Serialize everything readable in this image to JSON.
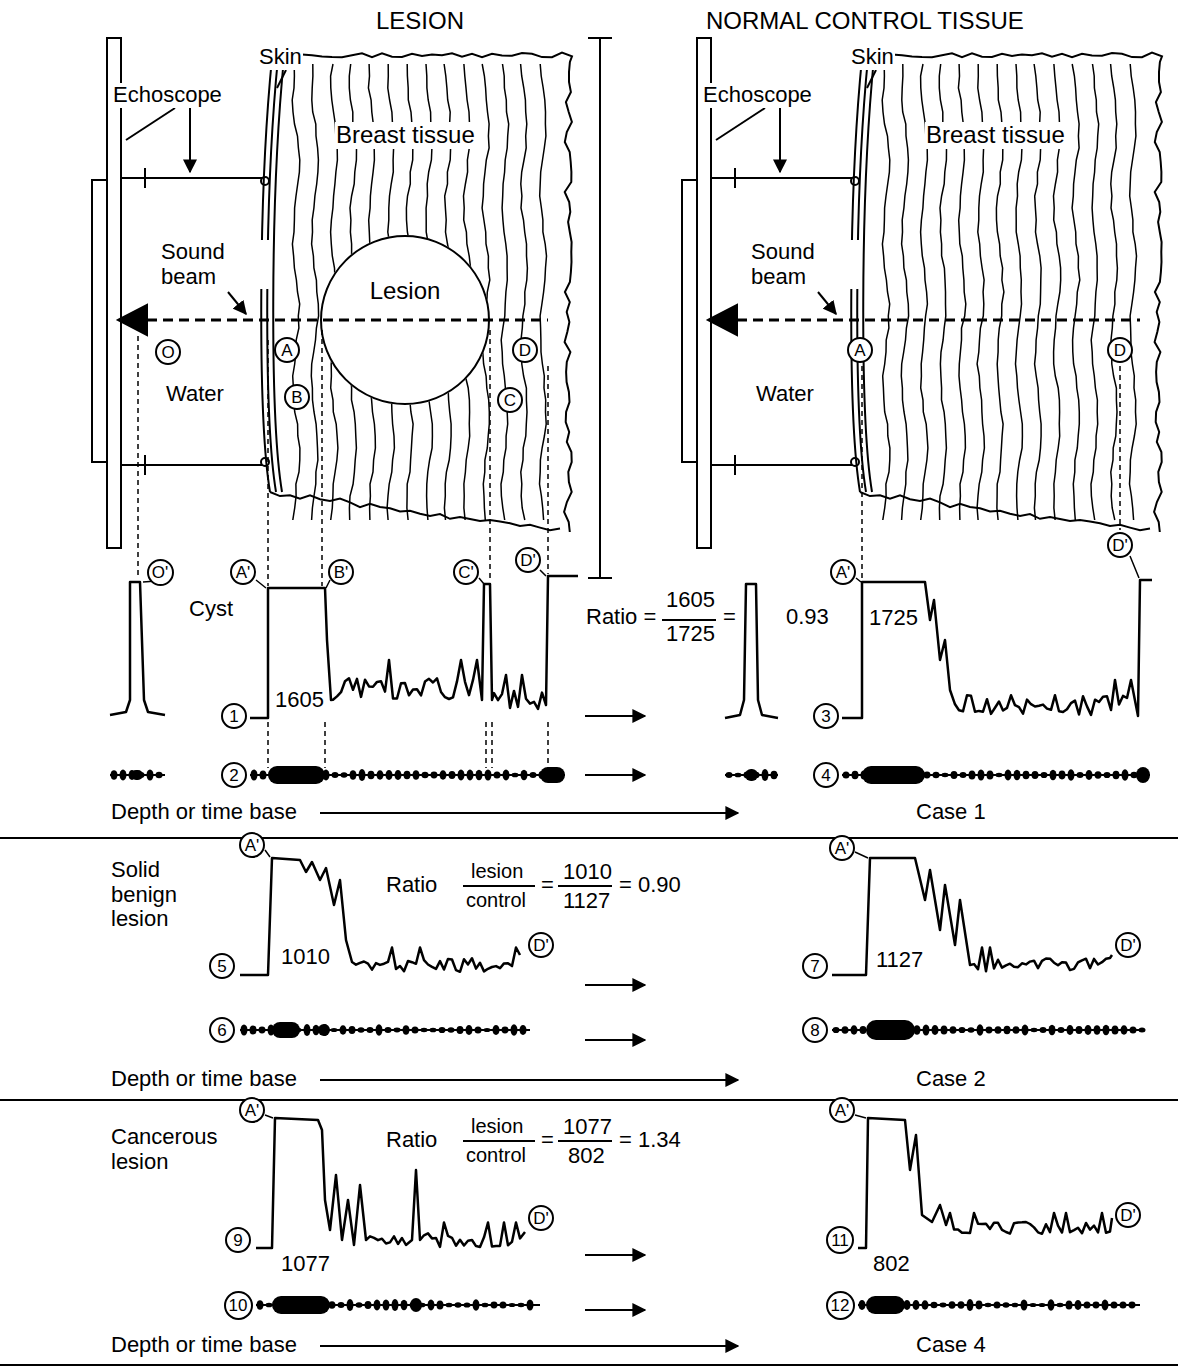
{
  "diagram": {
    "nodes": [
      {
        "text": [
          "Lesion"
        ]
      },
      {
        "text": [
          "O"
        ]
      },
      {
        "text": [
          "A"
        ]
      },
      {
        "text": [
          "B"
        ]
      },
      {
        "text": [
          "C"
        ]
      },
      {
        "text": [
          "D"
        ]
      },
      {
        "text": [
          "A"
        ]
      },
      {
        "text": [
          "D"
        ]
      },
      {
        "text": [
          "O'"
        ]
      },
      {
        "text": [
          "A'"
        ]
      },
      {
        "text": [
          "B'"
        ]
      },
      {
        "text": [
          "C'"
        ]
      },
      {
        "text": [
          "D'"
        ]
      },
      {
        "text": [
          "1"
        ]
      },
      {
        "text": [
          "2"
        ]
      },
      {
        "text": [
          "A'"
        ]
      },
      {
        "text": [
          "D'"
        ]
      },
      {
        "text": [
          "3"
        ]
      },
      {
        "text": [
          "4"
        ]
      },
      {
        "text": [
          "A'"
        ]
      },
      {
        "text": [
          "5"
        ]
      },
      {
        "text": [
          "D'"
        ]
      },
      {
        "text": [
          "6"
        ]
      },
      {
        "text": [
          "A'"
        ]
      },
      {
        "text": [
          "7"
        ]
      },
      {
        "text": [
          "D'"
        ]
      },
      {
        "text": [
          "8"
        ]
      },
      {
        "text": [
          "A'"
        ]
      },
      {
        "text": [
          "9"
        ]
      },
      {
        "text": [
          "D'"
        ]
      },
      {
        "text": [
          "10"
        ]
      },
      {
        "text": [
          "A'"
        ]
      },
      {
        "text": [
          "11"
        ]
      },
      {
        "text": [
          "D'"
        ]
      },
      {
        "text": [
          "12"
        ]
      }
    ],
    "edges": [],
    "labels": [
      "LESION",
      "NORMAL CONTROL TISSUE",
      "Skin",
      "Echoscope",
      "Breast tissue",
      "Sound beam",
      "Water",
      "Skin",
      "Echoscope",
      "Breast tissue",
      "Sound beam",
      "Water",
      "Cyst",
      "1605",
      "Ratio =",
      "1605",
      "1725",
      "=",
      "0.93",
      "1725",
      "Depth or time base",
      "Case 1",
      "Solid benign lesion",
      "Ratio",
      "lesion",
      "control",
      "=",
      "1010",
      "1127",
      "= 0.90",
      "1010",
      "1127",
      "Depth or time base",
      "Case 2",
      "Cancerous lesion",
      "Ratio",
      "lesion",
      "control",
      "=",
      "1077",
      "802",
      "= 1.34",
      "1077",
      "802",
      "Depth or time base",
      "Case 4"
    ]
  }
}
